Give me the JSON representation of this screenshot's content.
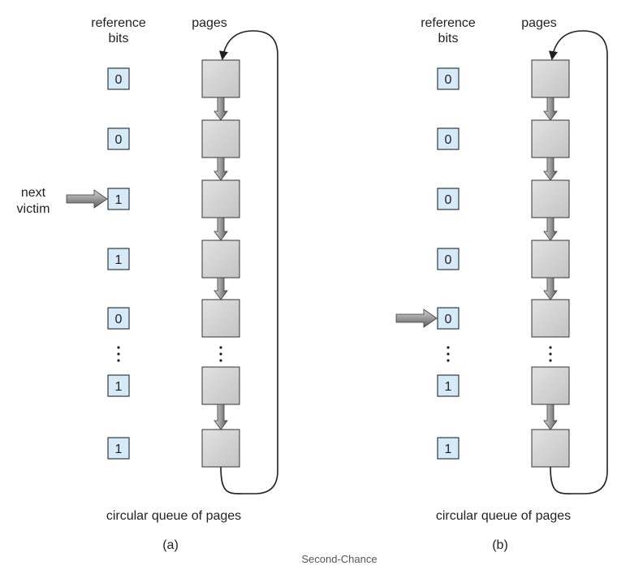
{
  "caption": "Second-Chance",
  "panels": [
    {
      "id": "a",
      "sublabel": "(a)",
      "header_bits_line1": "reference",
      "header_bits_line2": "bits",
      "header_pages": "pages",
      "footer": "circular queue of pages",
      "pointer_label_line1": "next",
      "pointer_label_line2": "victim",
      "pointer_row": 2,
      "rows": [
        {
          "bit": "0"
        },
        {
          "bit": "0"
        },
        {
          "bit": "1"
        },
        {
          "bit": "1"
        },
        {
          "bit": "0"
        },
        {
          "bit": "ellipsis"
        },
        {
          "bit": "1"
        },
        {
          "bit": "1"
        }
      ]
    },
    {
      "id": "b",
      "sublabel": "(b)",
      "header_bits_line1": "reference",
      "header_bits_line2": "bits",
      "header_pages": "pages",
      "footer": "circular queue of pages",
      "pointer_label_line1": "",
      "pointer_label_line2": "",
      "pointer_row": 4,
      "rows": [
        {
          "bit": "0"
        },
        {
          "bit": "0"
        },
        {
          "bit": "0"
        },
        {
          "bit": "0"
        },
        {
          "bit": "0"
        },
        {
          "bit": "ellipsis"
        },
        {
          "bit": "1"
        },
        {
          "bit": "1"
        }
      ]
    }
  ],
  "colors": {
    "bit_fill": "#d6eaf8",
    "bit_stroke": "#2d3a45",
    "page_fill": "#d3d3d3",
    "page_stroke": "#333333",
    "arrow_fill": "#8c8c8c",
    "line": "#231f20"
  }
}
